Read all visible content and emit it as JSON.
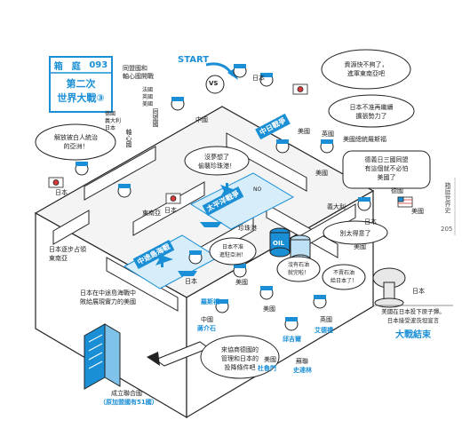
{
  "colors": {
    "accent": "#1a8fd6",
    "ink": "#222222",
    "light": "#d7edf9",
    "flag_red": "#d63a3a"
  },
  "header": {
    "box_label": "箱　庭",
    "number": "093",
    "title_line1": "第二次",
    "title_line2": "世界大戰③"
  },
  "side": {
    "vertical_label": "箱庭世界史",
    "page_number": "205"
  },
  "start": {
    "label": "START",
    "vs": "VS"
  },
  "labels": {
    "allies_axis": "同盟國和\n軸心國開戰",
    "fr_uk_us": "法國\n英國\n美國",
    "de_it_jp": "德國\n義大利\n日本",
    "allies": "同盟國",
    "axis": "軸心國",
    "japan1": "日本",
    "china1": "中國",
    "japan2": "日本",
    "japan3": "日本",
    "sino_japanese": "中日戰爭",
    "east_asia": "東南亞",
    "no": "NO",
    "us1": "美國",
    "uk1": "英國",
    "us2": "美國",
    "us3": "美國",
    "germany": "德國",
    "italy": "義大利",
    "japan4": "日本",
    "pacific_war": "太平洋戰爭",
    "pearl_harbor": "珍珠港",
    "midway": "中途島海戰",
    "japan5": "日本",
    "oil": "OIL",
    "us4": "美國",
    "us5": "美國",
    "china2": "中國",
    "chiang": "蔣介石",
    "roosevelt": "羅斯福",
    "us6": "美國",
    "uk2": "英國",
    "churchill": "邱吉爾",
    "attlee": "艾德禮",
    "us7": "美國",
    "truman": "杜魯門",
    "soviet": "蘇聯",
    "stalin": "史達林",
    "japan6": "日本",
    "us_roosevelt": "美國總統羅斯福",
    "asian_unity": "解放被白人統治\n的亞洲！",
    "jp_occupy": "日本逐步占領\n東南亞",
    "midway_caption": "日本在中途島海戰中\n敗給展現實力的美國",
    "un_caption": "成立聯合國",
    "un_sub": "（原加盟國有51國）"
  },
  "bubbles": {
    "resources": "資源快不夠了，\n進軍東南亞吧",
    "no_expand": "日本不准再繼續\n擴張勢力了",
    "tripartite": "德義日三國同盟\n有這個就不必怕\n美國了",
    "pearl": "沒夢想了\n偷襲珍珠港！",
    "china_ok": "日本不准\n進駐亞洲！",
    "no_oil": "沒有石油\n就完啦！",
    "no_oil_jp": "不賣石油\n給日本了！",
    "dont_bully": "別太得意了",
    "potsdam": "來協商德國的\n管理和日本的\n投降條件吧",
    "end_caption": "美國在日本投下原子彈。\n日本接受波茨坦宣言",
    "end_title": "大戰結束"
  }
}
